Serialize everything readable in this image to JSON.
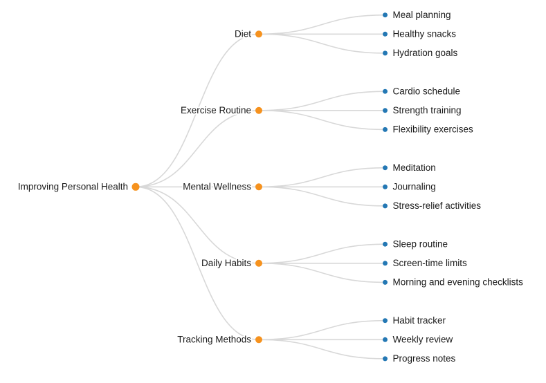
{
  "mindmap": {
    "root": {
      "label": "Improving Personal Health",
      "children": [
        {
          "label": "Diet",
          "children": [
            {
              "label": "Meal planning"
            },
            {
              "label": "Healthy snacks"
            },
            {
              "label": "Hydration goals"
            }
          ]
        },
        {
          "label": "Exercise Routine",
          "children": [
            {
              "label": "Cardio schedule"
            },
            {
              "label": "Strength training"
            },
            {
              "label": "Flexibility exercises"
            }
          ]
        },
        {
          "label": "Mental Wellness",
          "children": [
            {
              "label": "Meditation"
            },
            {
              "label": "Journaling"
            },
            {
              "label": "Stress-relief activities"
            }
          ]
        },
        {
          "label": "Daily Habits",
          "children": [
            {
              "label": "Sleep routine"
            },
            {
              "label": "Screen-time limits"
            },
            {
              "label": "Morning and evening checklists"
            }
          ]
        },
        {
          "label": "Tracking Methods",
          "children": [
            {
              "label": "Habit tracker"
            },
            {
              "label": "Weekly review"
            },
            {
              "label": "Progress notes"
            }
          ]
        }
      ]
    },
    "colors": {
      "root_dot": "#f6921e",
      "branch_dot": "#f6921e",
      "leaf_dot": "#2478b4",
      "edge": "#d8d8d8",
      "label_text": "#1a1a1a",
      "background": "#ffffff"
    }
  }
}
